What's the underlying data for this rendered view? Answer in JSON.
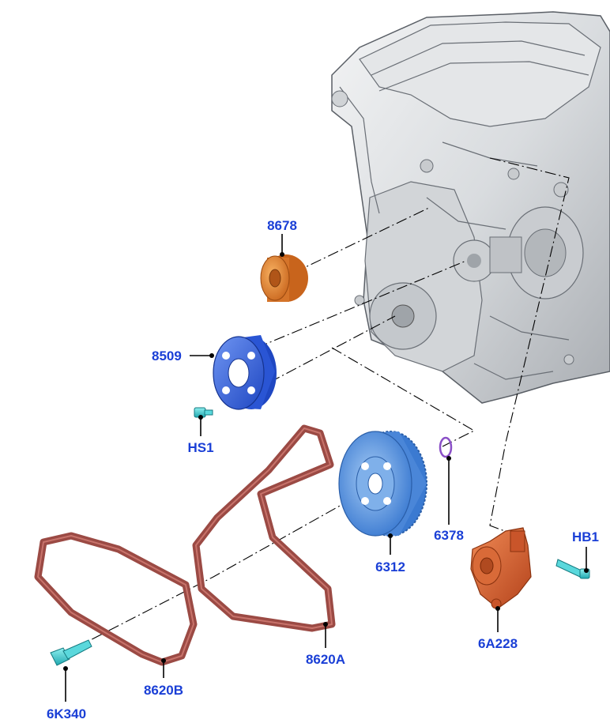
{
  "diagram": {
    "callouts": {
      "c8678": "8678",
      "c8509": "8509",
      "hs1": "HS1",
      "c6378": "6378",
      "c6312": "6312",
      "hb1": "HB1",
      "c6a228": "6A228",
      "c8620a": "8620A",
      "c8620b": "8620B",
      "c6k340": "6K340"
    },
    "colors": {
      "callout_text": "#1a3fd6",
      "engine": "#d9dcdf",
      "idler_pulley": "#e8892c",
      "pump_pulley": "#3f6fe8",
      "crank_pulley": "#5d9ee6",
      "tensioner": "#e06a3a",
      "belt": "#9b4a44",
      "bolts": "#40d0d0",
      "o_ring": "#8a4fc7"
    }
  }
}
